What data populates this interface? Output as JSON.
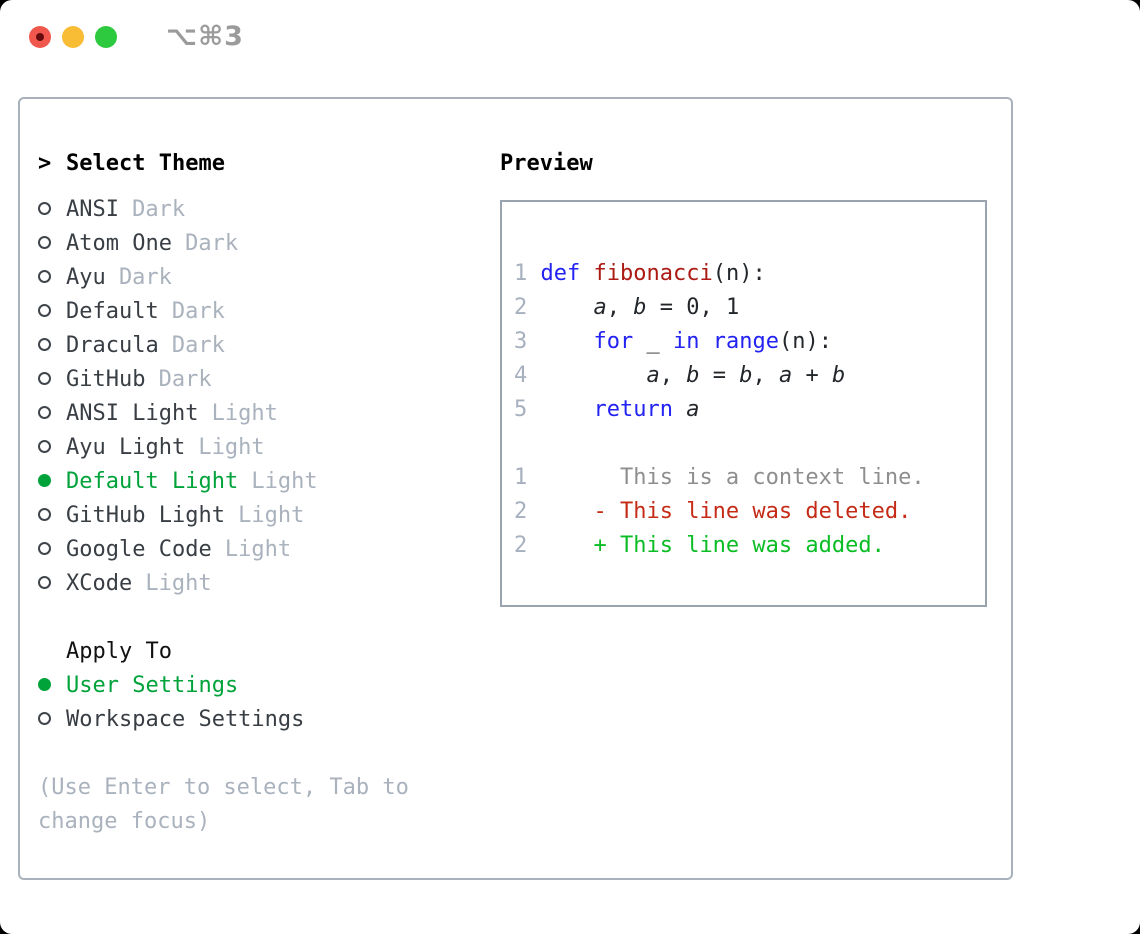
{
  "window": {
    "shortcut_label": "⌥⌘3"
  },
  "theme_panel": {
    "cursor": ">",
    "heading": "Select Theme",
    "themes": [
      {
        "name": "ANSI",
        "variant": "Dark",
        "selected": false
      },
      {
        "name": "Atom One",
        "variant": "Dark",
        "selected": false
      },
      {
        "name": "Ayu",
        "variant": "Dark",
        "selected": false
      },
      {
        "name": "Default",
        "variant": "Dark",
        "selected": false
      },
      {
        "name": "Dracula",
        "variant": "Dark",
        "selected": false
      },
      {
        "name": "GitHub",
        "variant": "Dark",
        "selected": false
      },
      {
        "name": "ANSI Light",
        "variant": "Light",
        "selected": false
      },
      {
        "name": "Ayu Light",
        "variant": "Light",
        "selected": false
      },
      {
        "name": "Default Light",
        "variant": "Light",
        "selected": true
      },
      {
        "name": "GitHub Light",
        "variant": "Light",
        "selected": false
      },
      {
        "name": "Google Code",
        "variant": "Light",
        "selected": false
      },
      {
        "name": "XCode",
        "variant": "Light",
        "selected": false
      }
    ],
    "apply_to": {
      "heading": "Apply To",
      "options": [
        {
          "name": "User Settings",
          "selected": true
        },
        {
          "name": "Workspace Settings",
          "selected": false
        }
      ]
    },
    "hint": "(Use Enter to select, Tab to change focus)"
  },
  "preview": {
    "heading": "Preview",
    "lines": [
      {
        "num": "1",
        "tokens": [
          {
            "t": "def",
            "c": "kw"
          },
          {
            "t": " ",
            "c": "pl"
          },
          {
            "t": "fibonacci",
            "c": "fn"
          },
          {
            "t": "(n):",
            "c": "pl"
          }
        ]
      },
      {
        "num": "2",
        "tokens": [
          {
            "t": "    ",
            "c": "pl"
          },
          {
            "t": "a",
            "c": "var"
          },
          {
            "t": ", ",
            "c": "pl"
          },
          {
            "t": "b",
            "c": "var"
          },
          {
            "t": " = 0, 1",
            "c": "pl"
          }
        ]
      },
      {
        "num": "3",
        "tokens": [
          {
            "t": "    ",
            "c": "pl"
          },
          {
            "t": "for",
            "c": "kw"
          },
          {
            "t": " _ ",
            "c": "pl"
          },
          {
            "t": "in",
            "c": "kw"
          },
          {
            "t": " ",
            "c": "pl"
          },
          {
            "t": "range",
            "c": "kw"
          },
          {
            "t": "(n):",
            "c": "pl"
          }
        ]
      },
      {
        "num": "4",
        "tokens": [
          {
            "t": "        ",
            "c": "pl"
          },
          {
            "t": "a",
            "c": "var"
          },
          {
            "t": ", ",
            "c": "pl"
          },
          {
            "t": "b",
            "c": "var"
          },
          {
            "t": " = ",
            "c": "pl"
          },
          {
            "t": "b",
            "c": "var"
          },
          {
            "t": ", ",
            "c": "pl"
          },
          {
            "t": "a",
            "c": "var"
          },
          {
            "t": " + ",
            "c": "pl"
          },
          {
            "t": "b",
            "c": "var"
          }
        ]
      },
      {
        "num": "5",
        "tokens": [
          {
            "t": "    ",
            "c": "pl"
          },
          {
            "t": "return",
            "c": "kw"
          },
          {
            "t": " ",
            "c": "pl"
          },
          {
            "t": "a",
            "c": "var"
          }
        ]
      },
      {
        "num": "",
        "tokens": []
      },
      {
        "num": "1",
        "tokens": [
          {
            "t": "      This is a context line.",
            "c": "context"
          }
        ]
      },
      {
        "num": "2",
        "tokens": [
          {
            "t": "    - This line was deleted.",
            "c": "del"
          }
        ]
      },
      {
        "num": "2",
        "tokens": [
          {
            "t": "    + This line was added.",
            "c": "add"
          }
        ]
      }
    ]
  },
  "colors": {
    "window_background": "#ffffff",
    "outside_background": "#000000",
    "traffic_red": "#f2574e",
    "traffic_red_dot": "#650b0e",
    "traffic_yellow": "#f9bd35",
    "traffic_green": "#2dc93f",
    "shortcut_gray": "#9b9b9b",
    "panel_border": "#a9b2bc",
    "preview_border": "#9aa4b0",
    "text_primary": "#383e44",
    "text_muted": "#a9b2bd",
    "selection_green": "#00a33a",
    "keyword_blue": "#2222f2",
    "function_red": "#ab1a13",
    "line_number": "#a6b0bf",
    "context_gray": "#8e8e8e",
    "deleted_red": "#c52b17",
    "added_green": "#0bbd25"
  }
}
